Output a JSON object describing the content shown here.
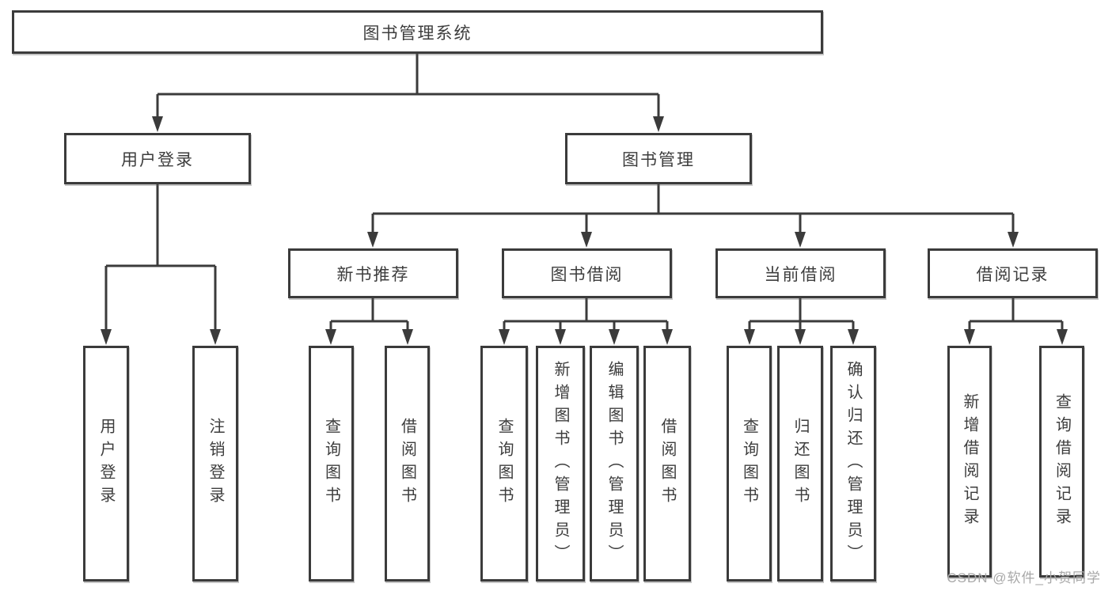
{
  "tree": {
    "root": {
      "label": "图书管理系统"
    },
    "branches": [
      {
        "label": "用户登录",
        "children": [
          {
            "label": "用户登录"
          },
          {
            "label": "注销登录"
          }
        ]
      },
      {
        "label": "图书管理",
        "children": [
          {
            "label": "新书推荐",
            "children": [
              {
                "label": "查询图书"
              },
              {
                "label": "借阅图书"
              }
            ]
          },
          {
            "label": "图书借阅",
            "children": [
              {
                "label": "查询图书"
              },
              {
                "label": "新增图书（管理员）"
              },
              {
                "label": "编辑图书（管理员）"
              },
              {
                "label": "借阅图书"
              }
            ]
          },
          {
            "label": "当前借阅",
            "children": [
              {
                "label": "查询图书"
              },
              {
                "label": "归还图书"
              },
              {
                "label": "确认归还（管理员）"
              }
            ]
          },
          {
            "label": "借阅记录",
            "children": [
              {
                "label": "新增借阅记录"
              },
              {
                "label": "查询借阅记录"
              }
            ]
          }
        ]
      }
    ]
  },
  "watermark": {
    "text": "CSDN @软件_小贺同学"
  },
  "colors": {
    "line": "#3b3b3b",
    "box_border": "#3b3b3b",
    "text": "#3d3d3d",
    "watermark": "#a8a8a8",
    "background": "#ffffff"
  }
}
